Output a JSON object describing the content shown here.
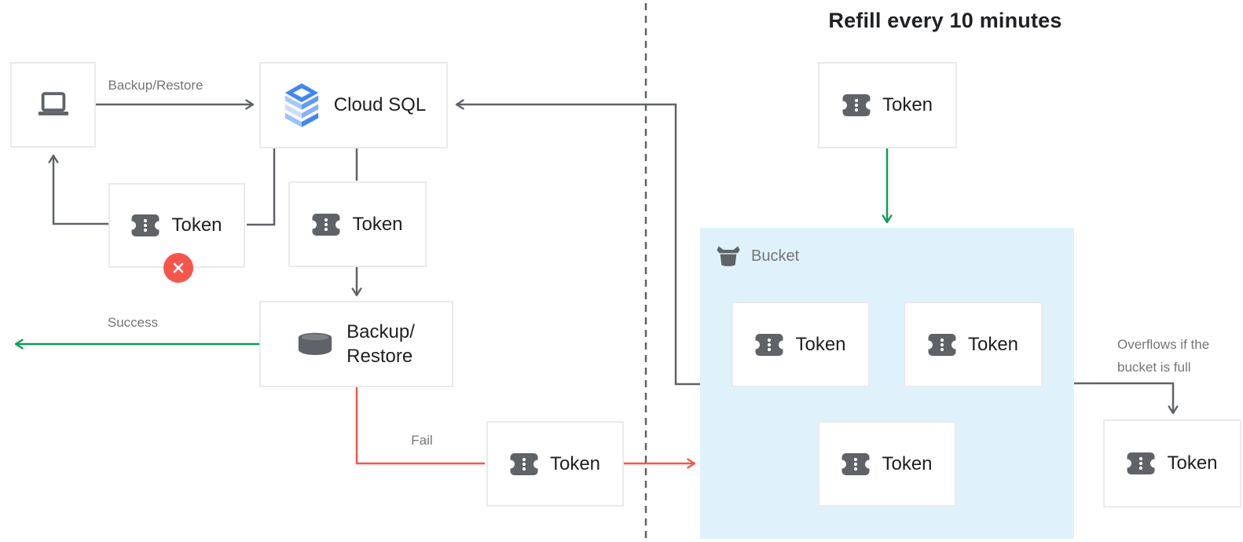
{
  "diagram": {
    "title": "Refill every 10 minutes",
    "node_labels": {
      "cloud_sql": "Cloud SQL",
      "backup_restore_lines": [
        "Backup/",
        "Restore"
      ],
      "token": "Token",
      "bucket": "Bucket"
    },
    "edge_labels": {
      "backup_restore": "Backup/Restore",
      "success": "Success",
      "fail": "Fail",
      "overflow_lines": [
        "Overflows if the",
        "bucket is full"
      ]
    },
    "icons": {
      "client": "laptop-icon",
      "cloud_sql": "cloud-sql-stack-icon",
      "token": "ticket-token-icon",
      "backup_restore": "database-cylinder-icon",
      "bucket": "bucket-icon",
      "rejected": "error-x-icon"
    },
    "colors": {
      "success_green": "#0F9D58",
      "fail_red": "#F5564C",
      "connector_gray": "#5F6368",
      "bucket_fill": "#DFF2FC",
      "node_border": "#E9EAEE",
      "icon_gray": "#5F6368",
      "cloud_sql_blue": "#4285F4",
      "label_gray": "#757575",
      "text_dark": "#1F1F1F"
    }
  }
}
